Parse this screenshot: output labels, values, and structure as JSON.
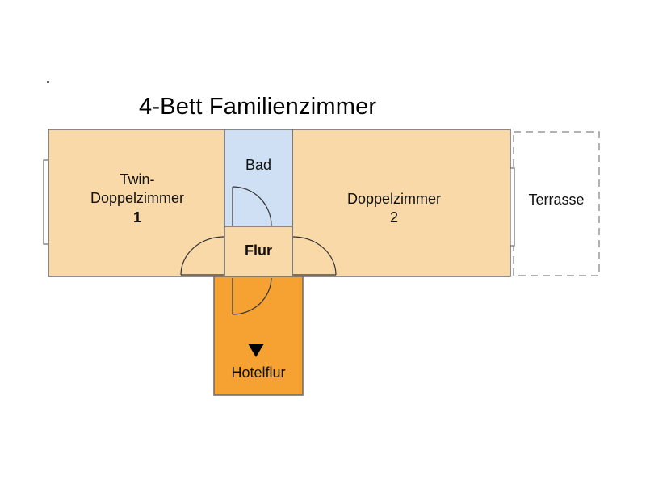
{
  "title": "4-Bett Familienzimmer",
  "rooms": {
    "twin_room": {
      "line1": "Twin-",
      "line2": "Doppelzimmer",
      "line3": "1"
    },
    "bathroom": {
      "label": "Bad"
    },
    "double_room": {
      "line1": "Doppelzimmer",
      "line2": "2"
    },
    "terrace": {
      "label": "Terrasse"
    },
    "hallway": {
      "label": "Flur"
    },
    "hotel_corridor": {
      "label": "Hotelflur"
    }
  },
  "colors": {
    "room_fill": "#fad9a8",
    "bath_fill": "#cfe0f5",
    "corridor_fill": "#f5a233",
    "outline": "#6a6a6a",
    "dashed_outline": "#999999"
  }
}
